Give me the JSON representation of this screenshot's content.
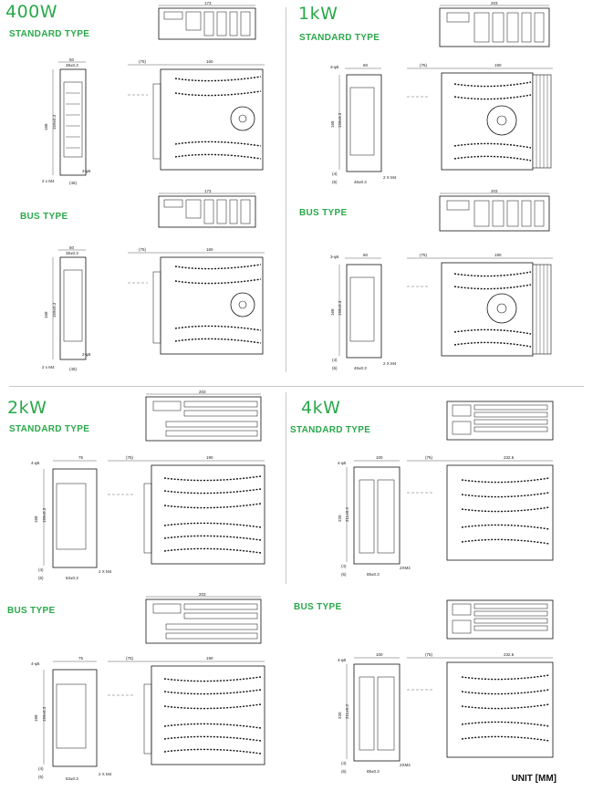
{
  "units": "UNIT [MM]",
  "q400": {
    "title": "400W",
    "std": {
      "type": "STANDARD TYPE",
      "top_w": "173",
      "front_w": "50",
      "front_w2": "38±0.3",
      "front_h": "168",
      "front_h2": "159±0.3",
      "side_off": "(75)",
      "side_w": "160",
      "hole_bottom": "2-φ5",
      "screw": "2 x M4",
      "bottom": "(46)"
    },
    "bus": {
      "type": "BUS TYPE",
      "top_w": "173",
      "front_w": "50",
      "front_w2": "38±0.3",
      "front_h": "168",
      "front_h2": "159±0.3",
      "side_off": "(75)",
      "side_w": "160",
      "hole_bottom": "2-φ5",
      "screw": "2 x M4",
      "bottom": "(46)"
    }
  },
  "q1k": {
    "title": "1kW",
    "std": {
      "type": "STANDARD TYPE",
      "top_w": "203",
      "front_w": "60",
      "front_h": "168",
      "front_h2": "159±0.3",
      "hole_top": "3-φ5",
      "side_off": "(75)",
      "side_w": "190",
      "screw": "2 X M4",
      "bottom": "48±0.3",
      "c1": "(4)",
      "c2": "(6)"
    },
    "bus": {
      "type": "BUS TYPE",
      "top_w": "203",
      "front_w": "60",
      "front_h": "168",
      "front_h2": "159±0.3",
      "hole_top": "3-φ5",
      "side_off": "(75)",
      "side_w": "190",
      "screw": "2 X M4",
      "bottom": "48±0.3",
      "c1": "(4)",
      "c2": "(6)"
    }
  },
  "q2k": {
    "title": "2kW",
    "std": {
      "type": "STANDARD TYPE",
      "top_w": "203",
      "front_w": "75",
      "front_h": "168",
      "front_h2": "159±0.3",
      "hole_top": "4-φ5",
      "side_off": "(75)",
      "side_w": "190",
      "screw": "2 X M4",
      "bottom": "63±0.3",
      "c1": "(4)",
      "c2": "(6)"
    },
    "bus": {
      "type": "BUS TYPE",
      "top_w": "203",
      "front_w": "75",
      "front_h": "168",
      "front_h2": "159±0.3",
      "hole_top": "4-φ5",
      "side_off": "(75)",
      "side_w": "190",
      "screw": "2 X M4",
      "bottom": "63±0.3",
      "c1": "(4)",
      "c2": "(6)"
    }
  },
  "q4k": {
    "title": "4kW",
    "std": {
      "type": "STANDARD TYPE",
      "front_w": "100",
      "front_h": "220",
      "front_h2": "211±0.3",
      "hole_top": "4-φ5",
      "side_off": "(75)",
      "side_w": "232.6",
      "screw": "2XM4",
      "bottom": "88±0.3",
      "c1": "(4)",
      "c2": "(6)"
    },
    "bus": {
      "type": "BUS TYPE",
      "front_w": "100",
      "front_h": "220",
      "front_h2": "211±0.3",
      "hole_top": "4-φ5",
      "side_off": "(75)",
      "side_w": "232.6",
      "screw": "2XM4",
      "bottom": "88±0.3",
      "c1": "(4)",
      "c2": "(6)"
    }
  }
}
